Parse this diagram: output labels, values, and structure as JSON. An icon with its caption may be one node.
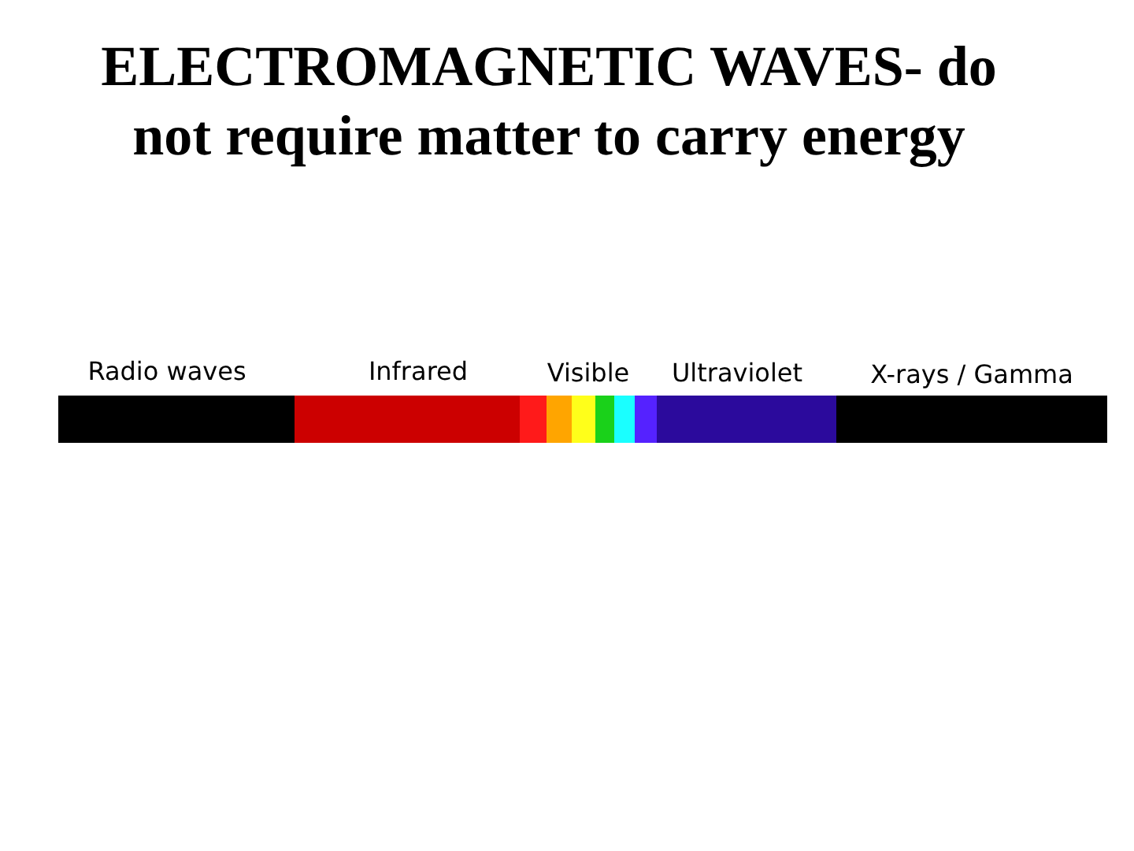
{
  "diagram": {
    "title": "ELECTROMAGNETIC WAVES- do not require matter to carry energy",
    "nodes": [
      {
        "text": [
          "Radio waves"
        ]
      },
      {
        "text": [
          "Infrared"
        ]
      },
      {
        "text": [
          "Visible"
        ]
      },
      {
        "text": [
          "Ultraviolet"
        ]
      },
      {
        "text": [
          "X-rays / Gamma"
        ]
      }
    ]
  }
}
